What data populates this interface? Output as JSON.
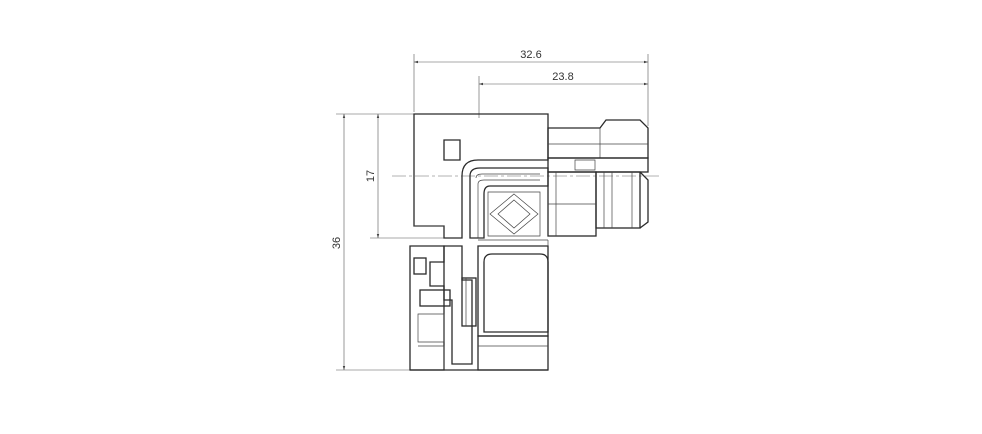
{
  "dimensions": {
    "overall_width": "32.6",
    "offset_width": "23.8",
    "height_upper": "17",
    "height_total": "36"
  },
  "colors": {
    "line": "#2a2a2a",
    "hatch": "#6a6a6a",
    "background": "#ffffff"
  }
}
